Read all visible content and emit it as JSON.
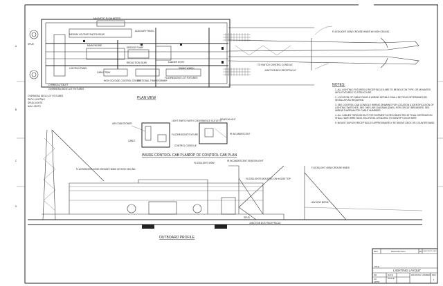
{
  "grid_letters": [
    "A",
    "B",
    "C",
    "D"
  ],
  "plan_view": {
    "title": "PLAN VIEW",
    "labels": [
      "MAGNETIC FLOW METER",
      "MEDIUM VOLTAGE SWITCHGEAR",
      "AUXILIARY PANEL",
      "DREDGE PUMP",
      "REDUCTION GEAR",
      "MAIN ENGINE",
      "SWING WINCH",
      "LADDER HOIST",
      "FLOODLIGHT 400W CROUSE HINDS W/ HIGH CEILING",
      "TO SWITCH CONTROL CONSOLE",
      "SECTIONAL TRANSFORMER",
      "HIGH VOLTAGE CONTROL CENTER",
      "FLUORESCENT LGT FIXTURES",
      "JUNCTION BOX RECEPTACLE",
      "CHEMICAL TOILET",
      "OVERHEAD DECK LGT FIXTURES",
      "LIGHTING PANEL",
      "CABLE TRAY",
      "SPUD"
    ],
    "left_notes": [
      "OVERHEAD DECK LGT FIXTURES",
      "DECK LIGHTING",
      "SPUD LIGHTS",
      "NAV LIGHTS"
    ]
  },
  "cab_details": {
    "inside_title": "INSIDE CONTROL CAB PLAN",
    "top_title": "TOP OF CONTROL CAB PLAN",
    "labels": [
      "AIR CONDITIONER",
      "LIGHT SWITCH WITH CONVENIENCE OUTLETS",
      "FLUORESCENT FIXTURE",
      "CABLE",
      "CONTROL CONSOLE",
      "SEARCHLIGHT",
      "IR INCANDESCENT"
    ]
  },
  "profile": {
    "title": "OUTBOARD PROFILE",
    "labels": [
      "FLUORESCENT 400W CROUSE HINDS W/ HIGH CEILING",
      "FLOODLIGHT 400W",
      "IR INCANDESCENT SEARCHLIGHT",
      "FLOODLIGHT 400W CROUSE HINDS",
      "FLOODLIGHTS MOUNTED ON HOUSE TOP",
      "ANCHOR BOOM",
      "SPUD",
      "JUNCTION BOX RECEPTACLE"
    ]
  },
  "notes": {
    "heading": "NOTES:",
    "items": [
      "1. ALL LIGHTING FIXTURES & RECEPTACLES ARE TO BE BOLT ON TYPE, OR MOUNTED WITH FIXTURES TO STRUCTURE.",
      "2. LOCATION OF CABLE RUNS & WIRING DETAILS SHALL BE FIELD DETERMINED BY INSTALLER AS REQUIRED.",
      "3. SEE CONTROL CAB CONSOLE WIRING DRAWING FOR LOCATION & IDENTIFICATION OF LIGHTING SWITCHES. SEE ONE LINE DIAGRAM (DWG.) FOR CIRCUIT BREAKERS. SEE WIRING DIAGRAM FOR CABLE NUMBERS.",
      "4. ALL CABLES THROUGHOUT FOR SHIPMENT & RECONNECTED AT FINAL DESTINATION SHALL HAVE WIRE TAGS, EACH END, ATTACHED TO IDENTIFY EACH WIRE.",
      "5. MOUNT DUPLEX RECEPTACLES APPROXIMATELY 50\" ABOVE DECK OR COUNTER BASE."
    ]
  },
  "title_block": {
    "rev_header": [
      "REV",
      "DESCRIPTION",
      "BY",
      "DRAFT APPD DATE"
    ],
    "title_label": "TITLE",
    "title": "LIGHTING LAYOUT",
    "fields": [
      "DR",
      "CK",
      "APPD",
      "DATE",
      "SCALE",
      "DRAWING NUMBER",
      "REV"
    ],
    "rev_value": "1"
  }
}
